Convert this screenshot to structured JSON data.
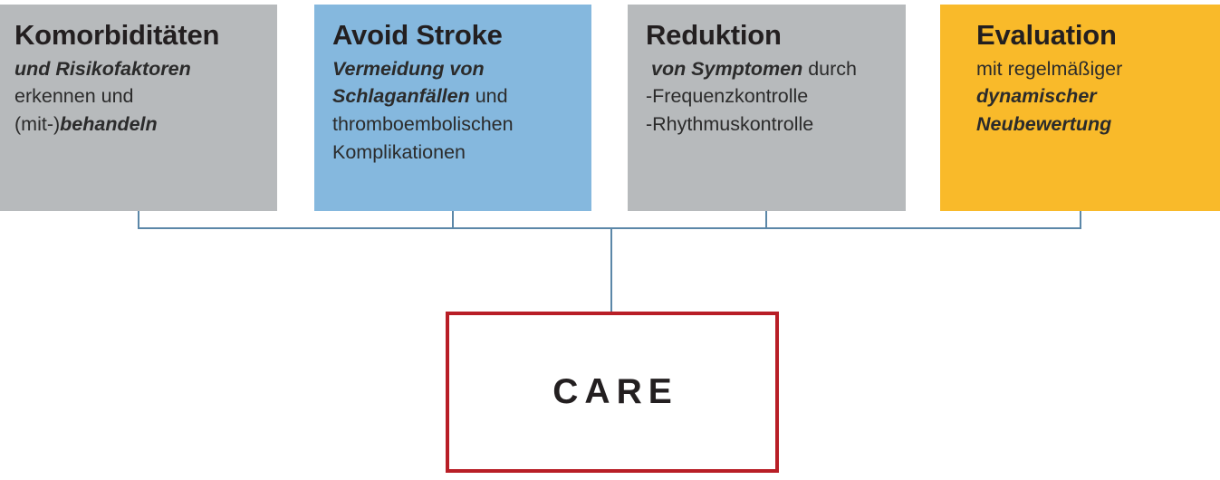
{
  "diagram": {
    "title": "CARE concept for atrial fibrillation management",
    "colors": {
      "gray": "#b7babc",
      "blue": "#85b8de",
      "yellow": "#f9ba2a",
      "connector": "#5b87a8",
      "care_border": "#b81e26",
      "text": "#231f20"
    },
    "boxes": [
      {
        "heading": "Komorbiditäten",
        "lines": [
          [
            {
              "t": "und Risikofaktoren",
              "bold_italic": true
            }
          ],
          [
            {
              "t": "erkennen und",
              "bold_italic": false
            }
          ],
          [
            {
              "t": "(mit-)",
              "bold_italic": false
            },
            {
              "t": "behandeln",
              "bold_italic": true
            }
          ]
        ]
      },
      {
        "heading": "Avoid Stroke",
        "lines": [
          [
            {
              "t": "Vermeidung von",
              "bold_italic": true
            }
          ],
          [
            {
              "t": "Schlaganfällen",
              "bold_italic": true
            },
            {
              "t": " und",
              "bold_italic": false
            }
          ],
          [
            {
              "t": "thromboembolischen",
              "bold_italic": false
            }
          ],
          [
            {
              "t": "Komplikationen",
              "bold_italic": false
            }
          ]
        ]
      },
      {
        "heading": "Reduktion",
        "lines": [
          [
            {
              "t": " von Symptomen",
              "bold_italic": true
            },
            {
              "t": " durch",
              "bold_italic": false
            }
          ],
          [
            {
              "t": "-Frequenzkontrolle",
              "bold_italic": false
            }
          ],
          [
            {
              "t": "-Rhythmuskontrolle",
              "bold_italic": false
            }
          ]
        ]
      },
      {
        "heading": "Evaluation",
        "lines": [
          [
            {
              "t": "mit regelmäßiger",
              "bold_italic": false
            }
          ],
          [
            {
              "t": "dynamischer",
              "bold_italic": true
            }
          ],
          [
            {
              "t": "Neubewertung",
              "bold_italic": true
            }
          ]
        ]
      }
    ],
    "result": {
      "label": "CARE"
    }
  }
}
